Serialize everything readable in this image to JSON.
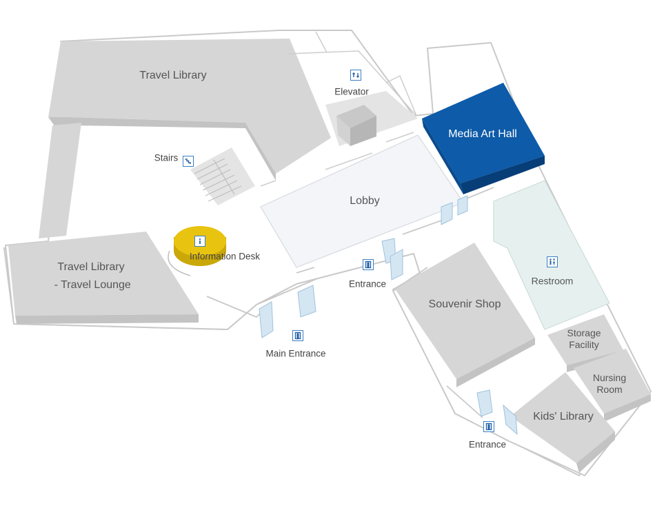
{
  "map": {
    "rooms": {
      "travel_library": "Travel Library",
      "travel_lounge": "Travel Library\n - Travel Lounge",
      "media_art_hall": "Media Art Hall",
      "lobby": "Lobby",
      "souvenir_shop": "Souvenir Shop",
      "restroom": "Restroom",
      "storage_facility": "Storage\nFacility",
      "nursing_room": "Nursing\nRoom",
      "kids_library": "Kids' Library",
      "information_desk": "Information Desk"
    },
    "pois": {
      "elevator": "Elevator",
      "stairs": "Stairs",
      "main_entrance": "Main Entrance",
      "entrance_center": "Entrance",
      "entrance_bottom": "Entrance"
    },
    "icons": {
      "elevator": "elevator-icon",
      "stairs": "stairs-icon",
      "entrance": "door-icon",
      "restroom": "restroom-icon",
      "information": "information-icon"
    },
    "colors": {
      "room_fill": "#d7d7d7",
      "room_side": "#c4c4c4",
      "floor_fill": "#ffffff",
      "outline": "#c8c8c8",
      "highlight": "#0d5ba9",
      "highlight_side": "#073e78",
      "restroom_fill": "#e7f1ef",
      "lobby_fill": "#f3f5f8",
      "info_desk": "#e8c410",
      "icon_blue": "#3a7fc4",
      "glass": "#d5e6f3"
    }
  }
}
